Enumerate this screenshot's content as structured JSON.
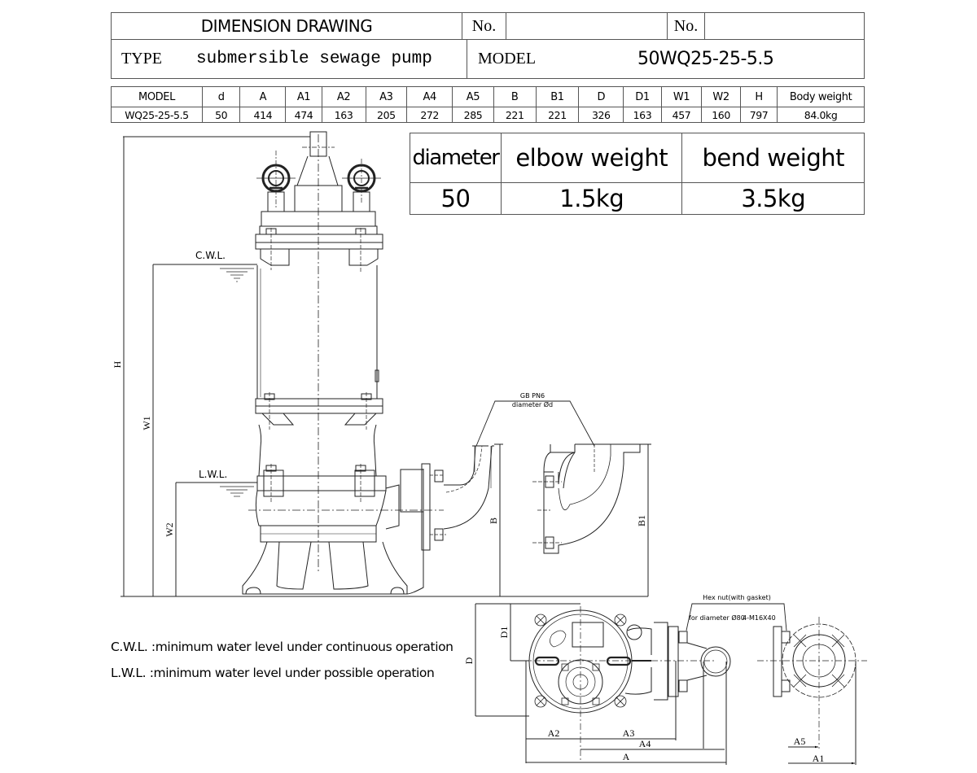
{
  "header": {
    "title": "DIMENSION DRAWING",
    "no_label_1": "No.",
    "no_value_1": "",
    "no_label_2": "No.",
    "no_value_2": "",
    "type_label": "TYPE",
    "type_value": "submersible sewage pump",
    "model_label": "MODEL",
    "model_value": "50WQ25-25-5.5"
  },
  "dimensions_table": {
    "columns": [
      "MODEL",
      "d",
      "A",
      "A1",
      "A2",
      "A3",
      "A4",
      "A5",
      "B",
      "B1",
      "D",
      "D1",
      "W1",
      "W2",
      "H",
      "Body weight"
    ],
    "rows": [
      [
        "WQ25-25-5.5",
        "50",
        "414",
        "474",
        "163",
        "205",
        "272",
        "285",
        "221",
        "221",
        "326",
        "163",
        "457",
        "160",
        "797",
        "84.0kg"
      ]
    ]
  },
  "weight_table": {
    "columns": [
      "diameter",
      "elbow weight",
      "bend weight"
    ],
    "rows": [
      [
        "50",
        "1.5kg",
        "3.5kg"
      ]
    ]
  },
  "drawing_labels": {
    "cwl": "C.W.L.",
    "lwl": "L.W.L.",
    "h": "H",
    "w1": "W1",
    "w2": "W2",
    "b": "B",
    "b1": "B1",
    "d": "D",
    "d1": "D1",
    "a": "A",
    "a1": "A1",
    "a2": "A2",
    "a3": "A3",
    "a4": "A4",
    "a5": "A5",
    "flange_std": "GB PN6",
    "flange_diameter": "diameter Ød",
    "hex_nut": "Hex nut(with gasket)",
    "hex_for": "for diameter Ø80",
    "hex_size": "4-M16X40"
  },
  "notes": {
    "cwl_note": "C.W.L. :minimum water level under continuous operation",
    "lwl_note": "L.W.L. :minimum water level under possible operation"
  }
}
